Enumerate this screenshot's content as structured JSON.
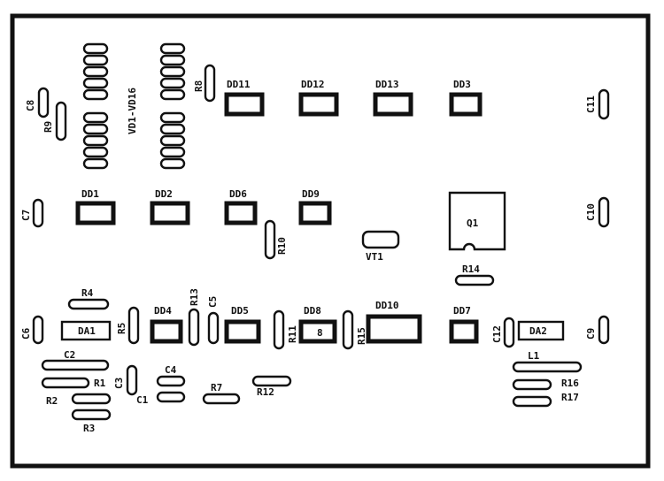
{
  "board": {
    "labels": {
      "vd_range": "VD1-VD16",
      "r8": "R8",
      "r9": "R9",
      "c8": "C8",
      "dd11": "DD11",
      "dd12": "DD12",
      "dd13": "DD13",
      "dd3": "DD3",
      "c11": "C11",
      "dd1": "DD1",
      "dd2": "DD2",
      "dd6": "DD6",
      "dd9": "DD9",
      "c7": "C7",
      "c10": "C10",
      "r10": "R10",
      "vt1": "VT1",
      "q1": "Q1",
      "r14": "R14",
      "r4": "R4",
      "r13": "R13",
      "c5": "C5",
      "dd4": "DD4",
      "dd5": "DD5",
      "dd8": "DD8",
      "dd10": "DD10",
      "dd7": "DD7",
      "c6": "C6",
      "da1": "DA1",
      "r5": "R5",
      "r11": "R11",
      "r15": "R15",
      "c12": "C12",
      "da2": "DA2",
      "c9": "C9",
      "dd8_mark": "8",
      "c2": "C2",
      "r1": "R1",
      "r2": "R2",
      "r3": "R3",
      "c3": "C3",
      "c4": "C4",
      "c1": "C1",
      "r7": "R7",
      "r12": "R12",
      "l1": "L1",
      "r16": "R16",
      "r17": "R17"
    }
  }
}
